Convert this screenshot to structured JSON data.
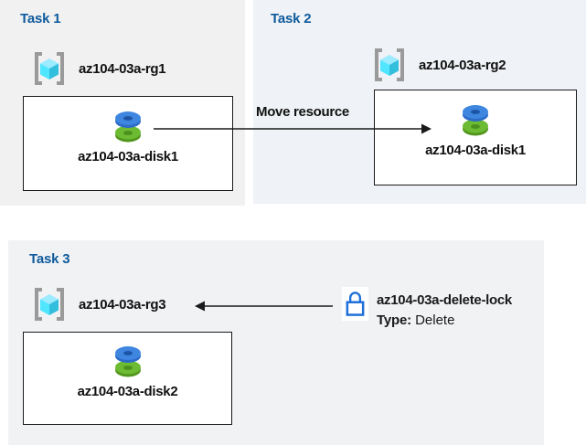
{
  "task1": {
    "title": "Task 1",
    "resource_group": "az104-03a-rg1",
    "disk": "az104-03a-disk1"
  },
  "task2": {
    "title": "Task 2",
    "resource_group": "az104-03a-rg2",
    "disk": "az104-03a-disk1"
  },
  "task3": {
    "title": "Task 3",
    "resource_group": "az104-03a-rg3",
    "disk": "az104-03a-disk2"
  },
  "move_arrow": {
    "label": "Move resource"
  },
  "delete_lock": {
    "name": "az104-03a-delete-lock",
    "type_label": "Type:",
    "type_value": "Delete"
  },
  "colors": {
    "task_title": "#0e5a9c",
    "panel_task1_bg": "#f1f1f1",
    "panel_task2_bg": "#eff2f6",
    "panel_task3_bg": "#f0f2f4",
    "box_border_and_arrows": "#1a1a1a",
    "rg_bracket": "#9a9a9a",
    "rg_cube_top": "#9cebff",
    "rg_cube_left": "#50e6ff",
    "rg_cube_right": "#32bedd",
    "disk_blue_top": "#3e86df",
    "disk_blue_side": "#2b6cc8",
    "disk_blue_hole": "#1d55a6",
    "disk_green_top": "#6cbb33",
    "disk_green_side": "#53961e",
    "disk_green_hole": "#4c8f1d",
    "lock_blue": "#1f6fd8"
  }
}
